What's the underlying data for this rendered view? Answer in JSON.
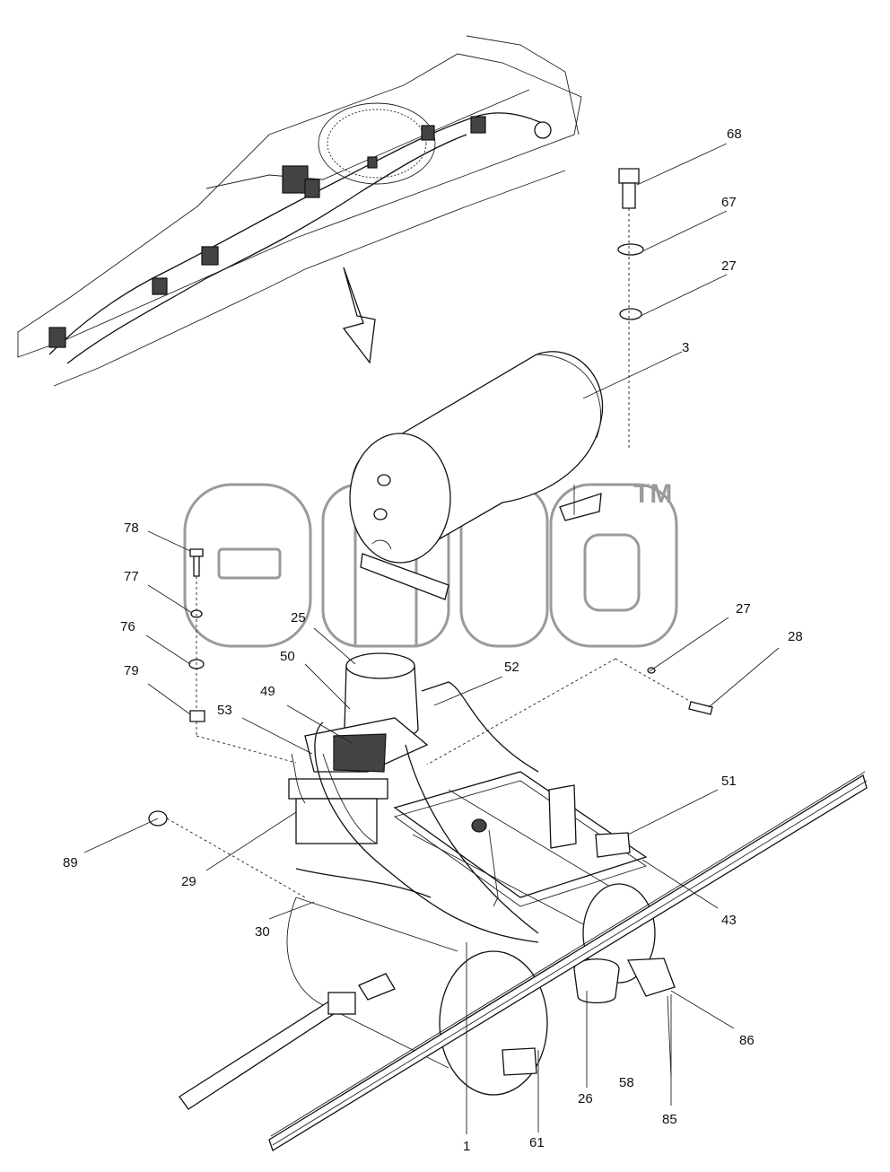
{
  "watermark": {
    "trademark": "TM"
  },
  "callouts": [
    {
      "id": "c68",
      "label": "68"
    },
    {
      "id": "c67",
      "label": "67"
    },
    {
      "id": "c27a",
      "label": "27"
    },
    {
      "id": "c3",
      "label": "3"
    },
    {
      "id": "c78",
      "label": "78"
    },
    {
      "id": "c77",
      "label": "77"
    },
    {
      "id": "c76",
      "label": "76"
    },
    {
      "id": "c79",
      "label": "79"
    },
    {
      "id": "c25",
      "label": "25"
    },
    {
      "id": "c50",
      "label": "50"
    },
    {
      "id": "c49",
      "label": "49"
    },
    {
      "id": "c52",
      "label": "52"
    },
    {
      "id": "c53",
      "label": "53"
    },
    {
      "id": "c27b",
      "label": "27"
    },
    {
      "id": "c28",
      "label": "28"
    },
    {
      "id": "c51",
      "label": "51"
    },
    {
      "id": "c89",
      "label": "89"
    },
    {
      "id": "c29",
      "label": "29"
    },
    {
      "id": "c30",
      "label": "30"
    },
    {
      "id": "c43",
      "label": "43"
    },
    {
      "id": "c86",
      "label": "86"
    },
    {
      "id": "c26",
      "label": "26"
    },
    {
      "id": "c58",
      "label": "58"
    },
    {
      "id": "c85",
      "label": "85"
    },
    {
      "id": "c1",
      "label": "1"
    },
    {
      "id": "c61",
      "label": "61"
    }
  ]
}
